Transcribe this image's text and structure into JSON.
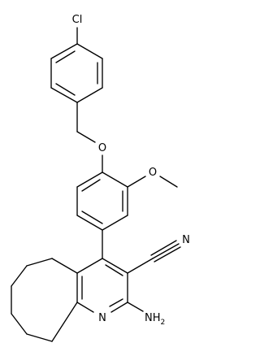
{
  "structure": {
    "atoms": {
      "chlorine": "Cl",
      "ether_oxygen": "O",
      "methoxy_oxygen": "O",
      "nitrile_nitrogen": "N",
      "pyridine_nitrogen": "N",
      "amino_n": "NH",
      "amino_sub": "2"
    }
  }
}
